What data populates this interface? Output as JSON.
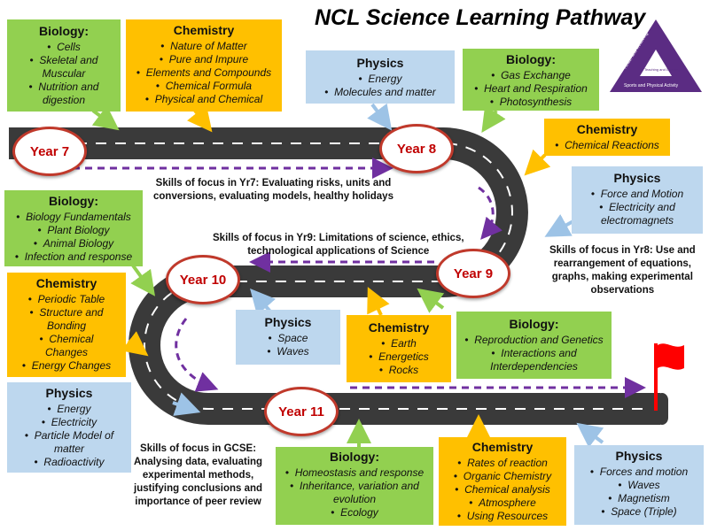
{
  "title": "NCL Science Learning Pathway",
  "logo": {
    "left": "Health and Wellbeing",
    "right": "Arts and Culture",
    "bottom": "Sports and Physical Activity",
    "center": "Teaching and Learning"
  },
  "years": {
    "y7": "Year 7",
    "y8": "Year 8",
    "y9": "Year 9",
    "y10": "Year 10",
    "y11": "Year 11"
  },
  "skills": {
    "yr7": [
      "Skills of focus in Yr7: Evaluating risks, units and",
      "conversions, evaluating models, healthy holidays"
    ],
    "yr9": [
      "Skills of focus in Yr9: Limitations of science, ethics,",
      "technological applications of Science"
    ],
    "yr8": [
      "Skills of focus in Yr8: Use and",
      "rearrangement of equations,",
      "graphs, making experimental",
      "observations"
    ],
    "gcse": [
      "Skills of focus in GCSE:",
      "Analysing data, evaluating",
      "experimental methods,",
      "justifying conclusions and",
      "importance of peer review"
    ]
  },
  "boxes": {
    "y7bio": {
      "heading": "Biology:",
      "items": [
        "Cells",
        "Skeletal and Muscular",
        "Nutrition and digestion"
      ]
    },
    "y7chem": {
      "heading": "Chemistry",
      "items": [
        "Nature of Matter",
        "Pure and Impure",
        "Elements and Compounds",
        "Chemical Formula",
        "Physical and Chemical"
      ]
    },
    "y7phys": {
      "heading": "Physics",
      "items": [
        "Energy",
        "Molecules and matter"
      ]
    },
    "y8bio": {
      "heading": "Biology:",
      "items": [
        "Gas Exchange",
        "Heart and Respiration",
        "Photosynthesis"
      ]
    },
    "y8chem": {
      "heading": "Chemistry",
      "items": [
        "Chemical Reactions"
      ]
    },
    "y8phys": {
      "heading": "Physics",
      "items": [
        "Force and Motion",
        "Electricity and electromagnets"
      ]
    },
    "y9bio": {
      "heading": "Biology:",
      "items": [
        "Biology Fundamentals",
        "Plant Biology",
        "Animal Biology",
        "Infection and response"
      ]
    },
    "y9chem": {
      "heading": "Chemistry",
      "items": [
        "Periodic Table",
        "Structure and Bonding",
        "Chemical Changes",
        "Energy Changes"
      ]
    },
    "y10phys": {
      "heading": "Physics",
      "items": [
        "Space",
        "Waves"
      ]
    },
    "y10chem": {
      "heading": "Chemistry",
      "items": [
        "Earth",
        "Energetics",
        "Rocks"
      ]
    },
    "y10bio": {
      "heading": "Biology:",
      "items": [
        "Reproduction and Genetics",
        "Interactions and Interdependencies"
      ]
    },
    "y10phys2": {
      "heading": "Physics",
      "items": [
        "Energy",
        "Electricity",
        "Particle Model of matter",
        "Radioactivity"
      ]
    },
    "y11bio": {
      "heading": "Biology:",
      "items": [
        "Homeostasis and response",
        "Inheritance, variation and evolution",
        "Ecology"
      ]
    },
    "y11chem": {
      "heading": "Chemistry",
      "items": [
        "Rates of reaction",
        "Organic Chemistry",
        "Chemical analysis",
        "Atmosphere",
        "Using Resources"
      ]
    },
    "y11phys": {
      "heading": "Physics",
      "items": [
        "Forces and motion",
        "Waves",
        "Magnetism",
        "Space (Triple)"
      ]
    }
  },
  "colors": {
    "biology": "#92d050",
    "chemistry": "#ffc000",
    "physics": "#bdd7ee",
    "road": "#3a3a3a",
    "year_ring": "#c0392b",
    "year_text": "#c00000",
    "dashed_arrow": "#7030a0",
    "flag": "#ff0000",
    "logo": "#5b2c83"
  }
}
